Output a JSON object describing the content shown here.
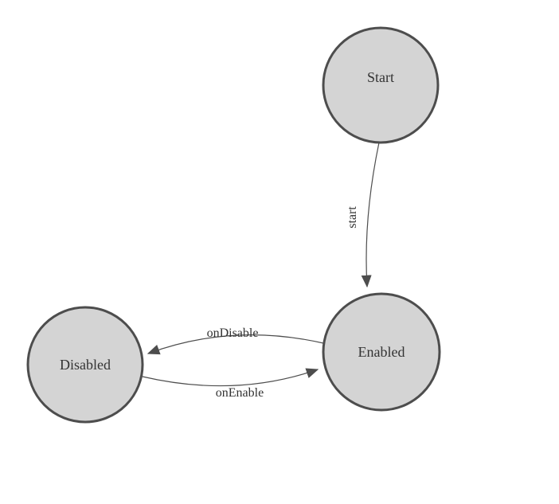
{
  "diagram": {
    "type": "state-machine",
    "nodes": [
      {
        "id": "start",
        "label": "Start"
      },
      {
        "id": "enabled",
        "label": "Enabled"
      },
      {
        "id": "disabled",
        "label": "Disabled"
      }
    ],
    "edges": [
      {
        "from": "Start",
        "to": "Enabled",
        "label": "start"
      },
      {
        "from": "Enabled",
        "to": "Disabled",
        "label": "onDisable"
      },
      {
        "from": "Disabled",
        "to": "Enabled",
        "label": "onEnable"
      }
    ],
    "colors": {
      "node_fill": "#d4d4d4",
      "node_stroke": "#4d4d4d",
      "edge_stroke": "#4d4d4d",
      "text": "#333333",
      "background": "#ffffff"
    }
  }
}
